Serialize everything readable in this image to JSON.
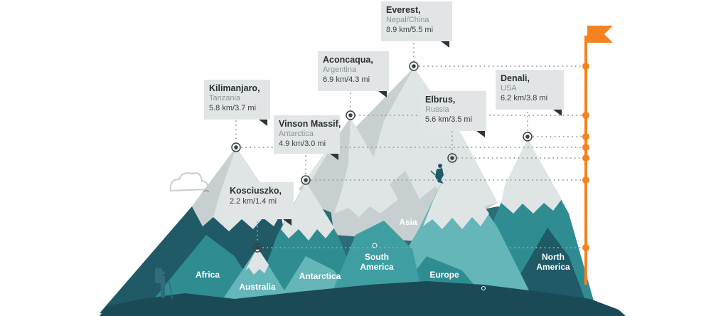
{
  "peaks": [
    {
      "name": "Everest,",
      "country": "Nepal/China",
      "height": "8.9 km/5.5 mi"
    },
    {
      "name": "Aconcaqua,",
      "country": "Argentina",
      "height": "6.9 km/4.3 mi"
    },
    {
      "name": "Denali,",
      "country": "USA",
      "height": "6.2 km/3.8 mi"
    },
    {
      "name": "Kilimanjaro,",
      "country": "Tanzania",
      "height": "5.8 km/3.7 mi"
    },
    {
      "name": "Elbrus,",
      "country": "Russia",
      "height": "5.6 km/3.5 mi"
    },
    {
      "name": "Vinson Massif,",
      "country": "Antarctica",
      "height": "4.9 km/3.0 mi"
    },
    {
      "name": "Kosciuszko,",
      "country": "",
      "height": "2.2 km/1.4 mi"
    }
  ],
  "continents": {
    "africa": "Africa",
    "australia": "Australia",
    "antarctica": "Antarctica",
    "south_america": "South America",
    "asia": "Asia",
    "europe": "Europe",
    "north_america": "North America"
  },
  "colors": {
    "snow": "#dfe4e5",
    "snow_shade": "#c8cfd1",
    "mountain_dark": "#1f5a66",
    "mountain_teal": "#2f8d92",
    "mountain_light": "#64b6b8",
    "flag": "#f58220",
    "callout_bg": "#e2e5e6",
    "dots": "#9aa3a6"
  }
}
